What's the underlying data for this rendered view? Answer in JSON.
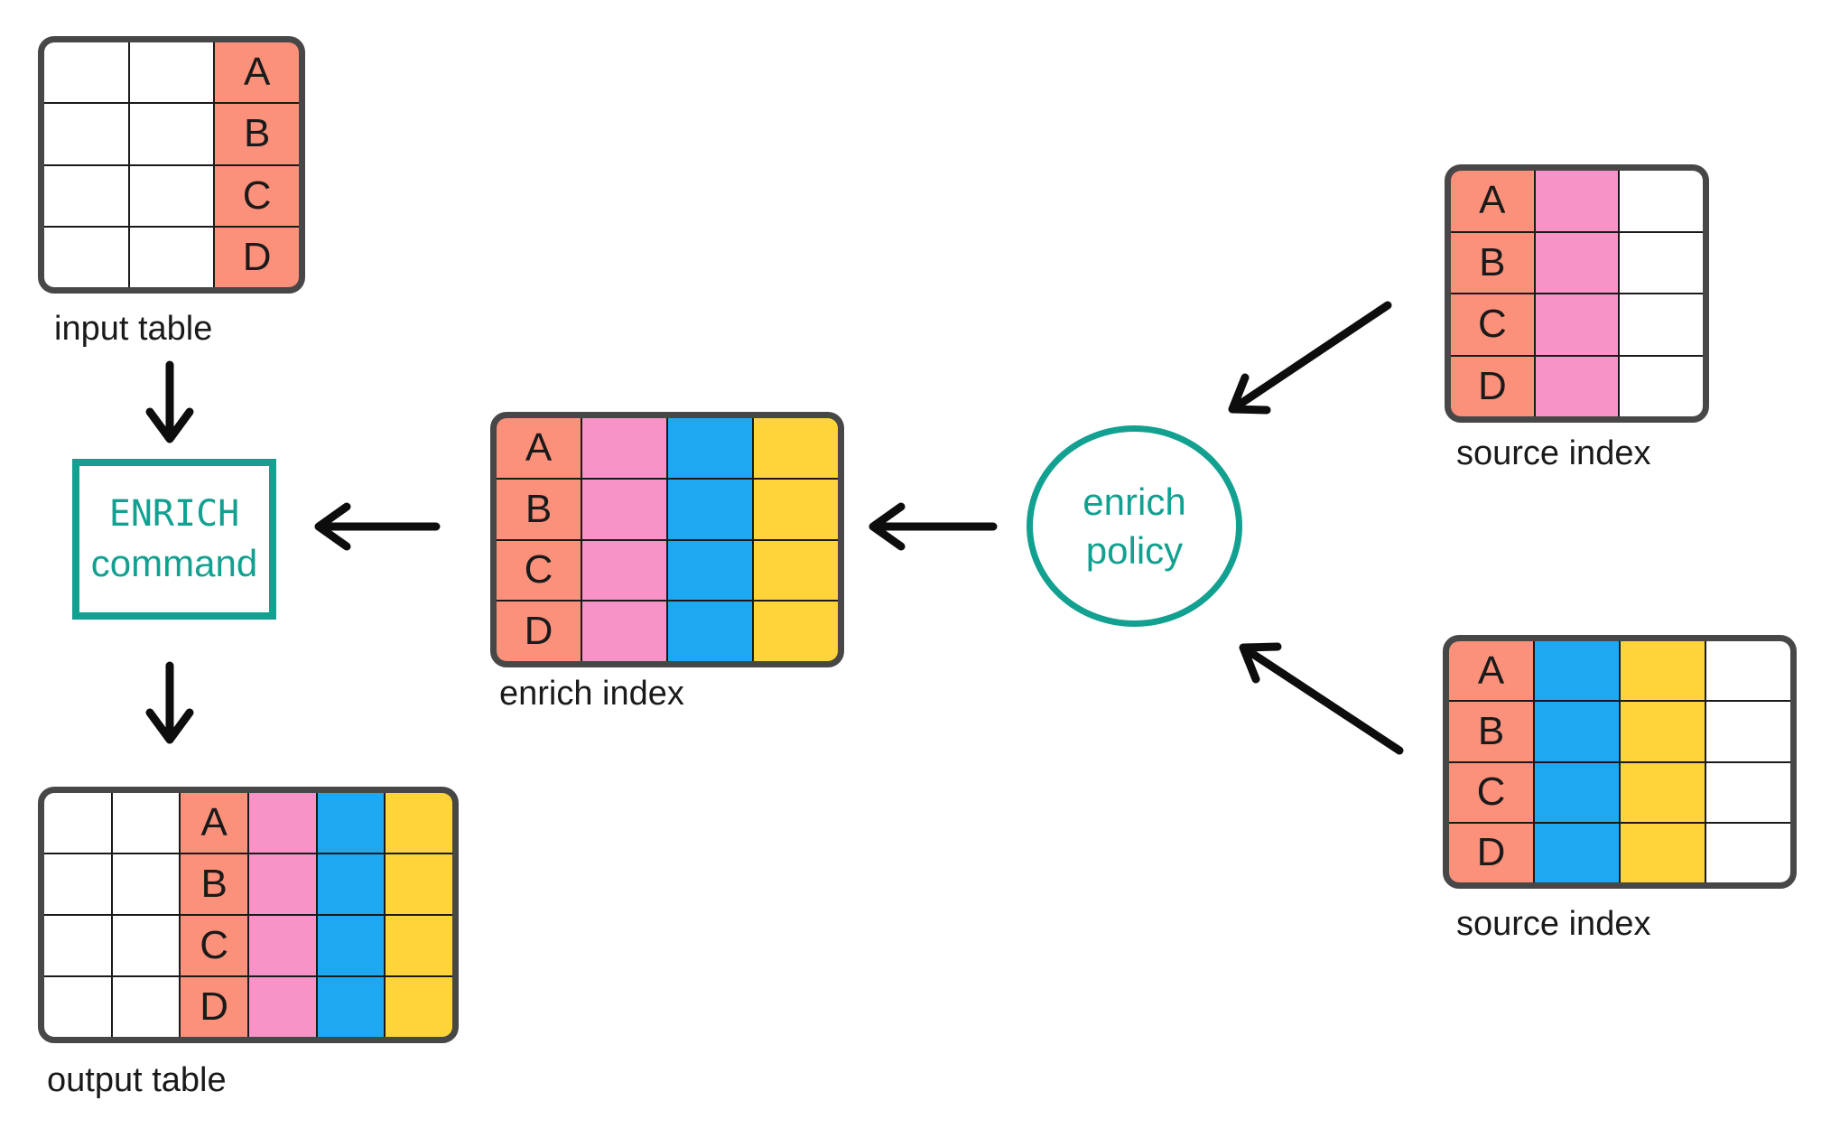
{
  "colors": {
    "salmon": "#FC917B",
    "pink": "#F793C6",
    "blue": "#1EA8F2",
    "yellow": "#FFD43B",
    "teal": "#12A090",
    "table_border": "#474747",
    "grid_line": "#1A1A1A",
    "text": "#1A1A1A",
    "arrow": "#0D0D0D",
    "white": "#FFFFFF"
  },
  "nodes": {
    "input_table": {
      "label": "input table",
      "rows": 4,
      "columns": [
        {
          "color": "white"
        },
        {
          "color": "white"
        },
        {
          "color": "salmon",
          "letters": [
            "A",
            "B",
            "C",
            "D"
          ]
        }
      ]
    },
    "enrich_command": {
      "line1": "ENRICH",
      "line2": "command"
    },
    "output_table": {
      "label": "output table",
      "rows": 4,
      "columns": [
        {
          "color": "white"
        },
        {
          "color": "white"
        },
        {
          "color": "salmon",
          "letters": [
            "A",
            "B",
            "C",
            "D"
          ]
        },
        {
          "color": "pink"
        },
        {
          "color": "blue"
        },
        {
          "color": "yellow"
        }
      ]
    },
    "enrich_index": {
      "label": "enrich index",
      "rows": 4,
      "columns": [
        {
          "color": "salmon",
          "letters": [
            "A",
            "B",
            "C",
            "D"
          ]
        },
        {
          "color": "pink"
        },
        {
          "color": "blue"
        },
        {
          "color": "yellow"
        }
      ]
    },
    "enrich_policy": {
      "line1": "enrich",
      "line2": "policy"
    },
    "source_index_top": {
      "label": "source index",
      "rows": 4,
      "columns": [
        {
          "color": "salmon",
          "letters": [
            "A",
            "B",
            "C",
            "D"
          ]
        },
        {
          "color": "pink"
        },
        {
          "color": "white"
        }
      ]
    },
    "source_index_bottom": {
      "label": "source index",
      "rows": 4,
      "columns": [
        {
          "color": "salmon",
          "letters": [
            "A",
            "B",
            "C",
            "D"
          ]
        },
        {
          "color": "blue"
        },
        {
          "color": "yellow"
        },
        {
          "color": "white"
        }
      ]
    }
  }
}
